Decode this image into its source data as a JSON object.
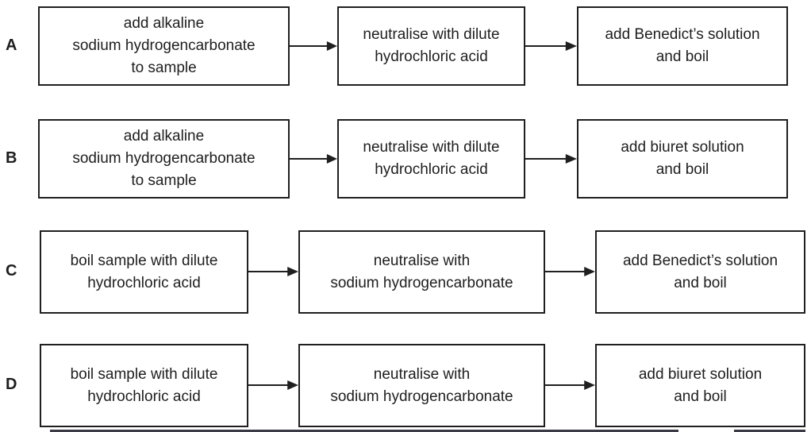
{
  "diagram": {
    "type": "flowchart-multiple-choice",
    "colors": {
      "background": "#ffffff",
      "box_border": "#1f1f1f",
      "text": "#1e1e1e",
      "arrow": "#1f1f1f",
      "bottom_strip": "#3a3a47"
    },
    "options": [
      {
        "label": "A",
        "steps": [
          {
            "lines": [
              "add alkaline",
              "sodium hydrogencarbonate",
              "to sample"
            ]
          },
          {
            "lines": [
              "neutralise with dilute",
              "hydrochloric acid"
            ]
          },
          {
            "lines": [
              "add Benedict’s solution",
              "and boil"
            ]
          }
        ]
      },
      {
        "label": "B",
        "steps": [
          {
            "lines": [
              "add alkaline",
              "sodium hydrogencarbonate",
              "to sample"
            ]
          },
          {
            "lines": [
              "neutralise with dilute",
              "hydrochloric acid"
            ]
          },
          {
            "lines": [
              "add biuret solution",
              "and boil"
            ]
          }
        ]
      },
      {
        "label": "C",
        "steps": [
          {
            "lines": [
              "boil sample with dilute",
              "hydrochloric acid"
            ]
          },
          {
            "lines": [
              "neutralise with",
              "sodium hydrogencarbonate"
            ]
          },
          {
            "lines": [
              "add Benedict’s solution",
              "and boil"
            ]
          }
        ]
      },
      {
        "label": "D",
        "steps": [
          {
            "lines": [
              "boil sample with dilute",
              "hydrochloric acid"
            ]
          },
          {
            "lines": [
              "neutralise with",
              "sodium hydrogencarbonate"
            ]
          },
          {
            "lines": [
              "add biuret solution",
              "and boil"
            ]
          }
        ]
      }
    ]
  }
}
